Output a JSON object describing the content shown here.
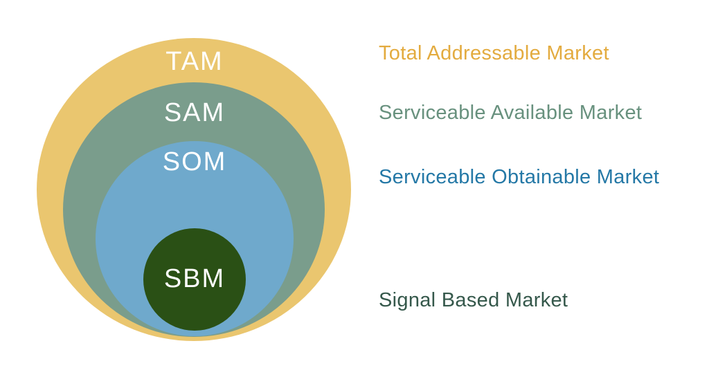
{
  "diagram": {
    "type": "nested-circles-market-diagram",
    "background": "#FFFFFF",
    "abbr_text_color": "#FFFFFF",
    "rings": [
      {
        "abbr": "TAM",
        "label": "Total Addressable Market",
        "circle_color": "#EAC66F",
        "label_color": "#E3AB3F"
      },
      {
        "abbr": "SAM",
        "label": "Serviceable Available Market",
        "circle_color": "#7A9D8C",
        "label_color": "#68917E"
      },
      {
        "abbr": "SOM",
        "label": "Serviceable Obtainable Market",
        "circle_color": "#6FA9CC",
        "label_color": "#2478A6"
      },
      {
        "abbr": "SBM",
        "label": "Signal Based Market",
        "circle_color": "#2A5015",
        "label_color": "#35584B"
      }
    ]
  }
}
